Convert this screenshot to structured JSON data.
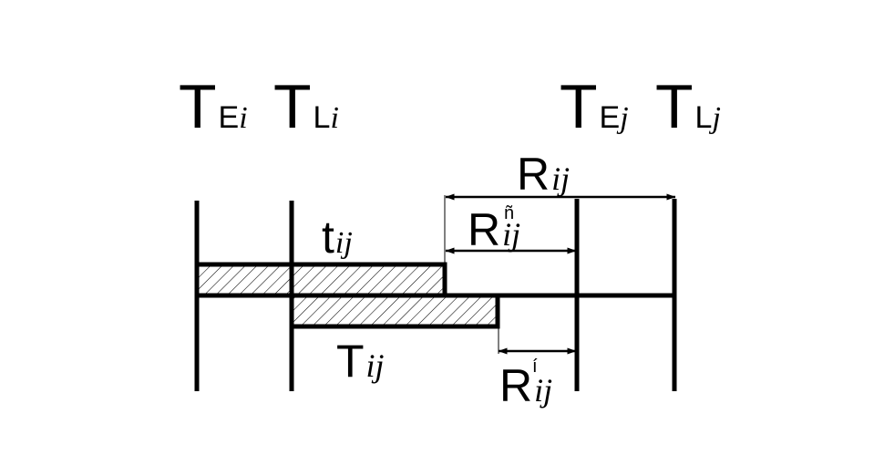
{
  "labels": {
    "t_e_i": {
      "main": "T",
      "sub_upright": "E",
      "sub_italic": "i"
    },
    "t_l_i": {
      "main": "T",
      "sub_upright": "L",
      "sub_italic": "i"
    },
    "t_e_j": {
      "main": "T",
      "sub_upright": "E",
      "sub_italic": "j"
    },
    "t_l_j": {
      "main": "T",
      "sub_upright": "L",
      "sub_italic": "j"
    },
    "r_ij": {
      "main": "R",
      "sub_italic": "ij"
    },
    "r_ij_c": {
      "main": "R",
      "sub_italic": "ij",
      "sup": "ñ"
    },
    "t_small_ij": {
      "main": "t",
      "sub_italic": "ij"
    },
    "t_big_ij": {
      "main": "T",
      "sub_italic": "ij"
    },
    "r_ij_n": {
      "main": "R",
      "sub_italic": "ij",
      "sup": "í"
    }
  },
  "colors": {
    "line": "#000000",
    "background": "#ffffff"
  }
}
